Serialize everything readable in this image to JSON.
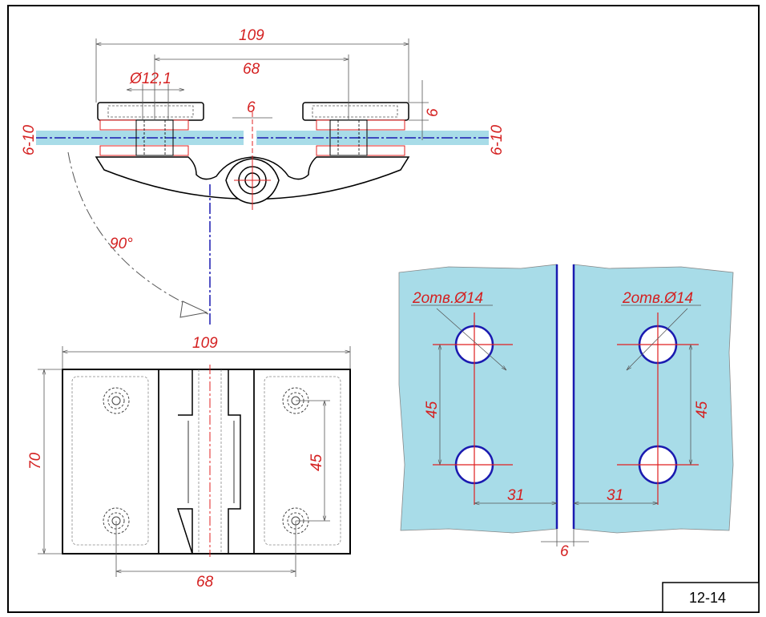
{
  "drawing": {
    "top_view": {
      "overall_width": "109",
      "hole_spacing": "68",
      "hole_diameter": "Ø12,1",
      "plate_thickness": "6",
      "gap": "6",
      "glass_thickness_left": "6-10",
      "glass_thickness_right": "6-10",
      "rotation_angle": "90°"
    },
    "front_view": {
      "width": "109",
      "height": "70",
      "hole_vertical_spacing": "45",
      "hole_horizontal_spacing": "68"
    },
    "glass_cutout": {
      "left_holes_label": "2отв.Ø14",
      "right_holes_label": "2отв.Ø14",
      "left_vertical_spacing": "45",
      "right_vertical_spacing": "45",
      "left_edge_distance": "31",
      "right_edge_distance": "31",
      "gap": "6"
    },
    "title_block": {
      "code": "12-14"
    }
  },
  "colors": {
    "dimension": "#d42020",
    "glass": "#a8dce8",
    "glass_edge": "#1a1ab0",
    "outline": "#000000"
  }
}
